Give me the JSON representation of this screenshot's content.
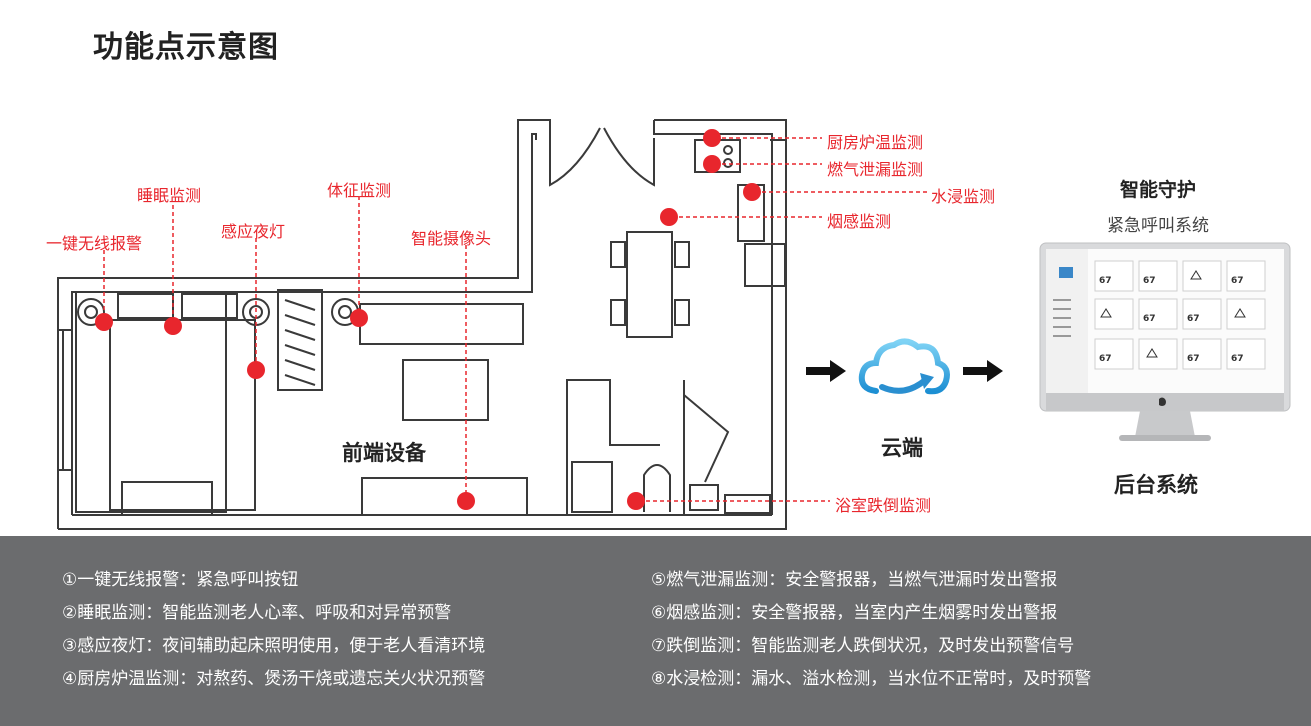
{
  "title": "功能点示意图",
  "labels": {
    "oneKey": "一键无线报警",
    "sleep": "睡眠监测",
    "nightLight": "感应夜灯",
    "vitals": "体征监测",
    "camera": "智能摄像头",
    "kitchenTemp": "厨房炉温监测",
    "gasLeak": "燃气泄漏监测",
    "water": "水浸监测",
    "smoke": "烟感监测",
    "bathFall": "浴室跌倒监测"
  },
  "frontEnd": "前端设备",
  "cloud": "云端",
  "guard": {
    "title": "智能守护",
    "subtitle": "紧急呼叫系统"
  },
  "backend": "后台系统",
  "monitor_screen": {
    "cells": [
      "67",
      "67",
      "67",
      "67",
      "67",
      "67",
      "67",
      "67"
    ]
  },
  "legend": {
    "left": [
      "①一键无线报警：紧急呼叫按钮",
      "②睡眠监测：智能监测老人心率、呼吸和对异常预警",
      "③感应夜灯：夜间辅助起床照明使用，便于老人看清环境",
      "④厨房炉温监测：对熬药、煲汤干烧或遗忘关火状况预警"
    ],
    "right": [
      "⑤燃气泄漏监测：安全警报器，当燃气泄漏时发出警报",
      "⑥烟感监测：安全警报器，当室内产生烟雾时发出警报",
      "⑦跌倒监测：智能监测老人跌倒状况，及时发出预警信号",
      "⑧水浸检测：漏水、溢水检测，当水位不正常时，及时预警"
    ]
  },
  "colors": {
    "accent": "#e8262d",
    "footer": "#6b6c6e",
    "wall": "#3a3a3a"
  }
}
